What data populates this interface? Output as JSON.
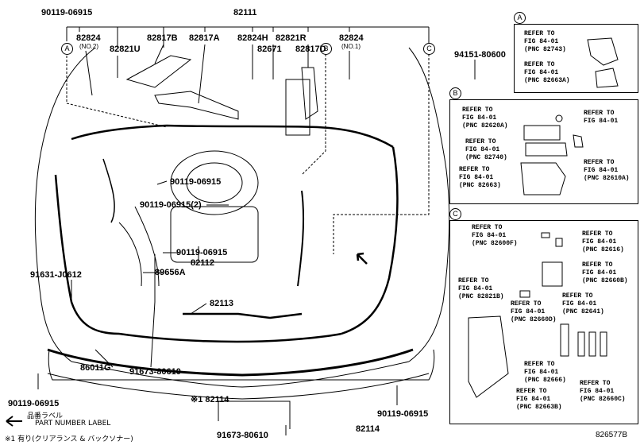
{
  "callout_a": "A",
  "callout_b": "B",
  "callout_c": "C",
  "parts": {
    "p90119_06915_top": "90119-06915",
    "p82111": "82111",
    "p82824_no2": "82824",
    "p82824_no2_sub": "(NO.2)",
    "p82821u": "82821U",
    "p82817b": "82817B",
    "p82817a": "82817A",
    "p82824h": "82824H",
    "p82671": "82671",
    "p82821r": "82821R",
    "p82817d": "82817D",
    "p82824_no1": "82824",
    "p82824_no1_sub": "(NO.1)",
    "p94151_80600": "94151-80600",
    "p90119_06915_mid": "90119-06915",
    "p90119_06915_2": "90119-06915(2)",
    "p90119_06915_low": "90119-06915",
    "p82112": "82112",
    "p89656a": "89656A",
    "p91631_j0612": "91631-J0612",
    "p82113": "82113",
    "p86011g": "86011G",
    "p91673_80610_a": "91673-80610",
    "p90119_06915_bl": "90119-06915",
    "p82114_star": "※1 82114",
    "p90119_06915_br": "90119-06915",
    "p91673_80610_b": "91673-80610",
    "p82114_b": "82114"
  },
  "legend": {
    "label_jp": "品番ラベル",
    "label_en": "PART NUMBER LABEL",
    "footnote": "※1 有り(クリアランス & バックソナー)",
    "code": "826577B"
  },
  "refs": {
    "a1": "REFER TO\nFIG 84-01\n(PNC 82743)",
    "a2": "REFER TO\nFIG 84-01\n(PNC 82663A)",
    "b1": "REFER TO\nFIG 84-01\n(PNC 82620A)",
    "b2": "REFER TO\nFIG 84-01",
    "b3": "REFER TO\nFIG 84-01\n(PNC 82740)",
    "b4": "REFER TO\nFIG 84-01\n(PNC 82663)",
    "b5": "REFER TO\nFIG 84-01\n(PNC 82610A)",
    "c1": "REFER TO\nFIG 84-01\n(PNC 82600F)",
    "c2": "REFER TO\nFIG 84-01\n(PNC 82616)",
    "c3": "REFER TO\nFIG 84-01\n(PNC 82660B)",
    "c4": "REFER TO\nFIG 84-01\n(PNC 82821B)",
    "c5": "REFER TO\nFIG 84-01\n(PNC 82660D)",
    "c6": "REFER TO\nFIG 84-01\n(PNC 82641)",
    "c7": "REFER TO\nFIG 84-01\n(PNC 82666)",
    "c8": "REFER TO\nFIG 84-01\n(PNC 82663B)",
    "c9": "REFER TO\nFIG 84-01\n(PNC 82660C)"
  }
}
